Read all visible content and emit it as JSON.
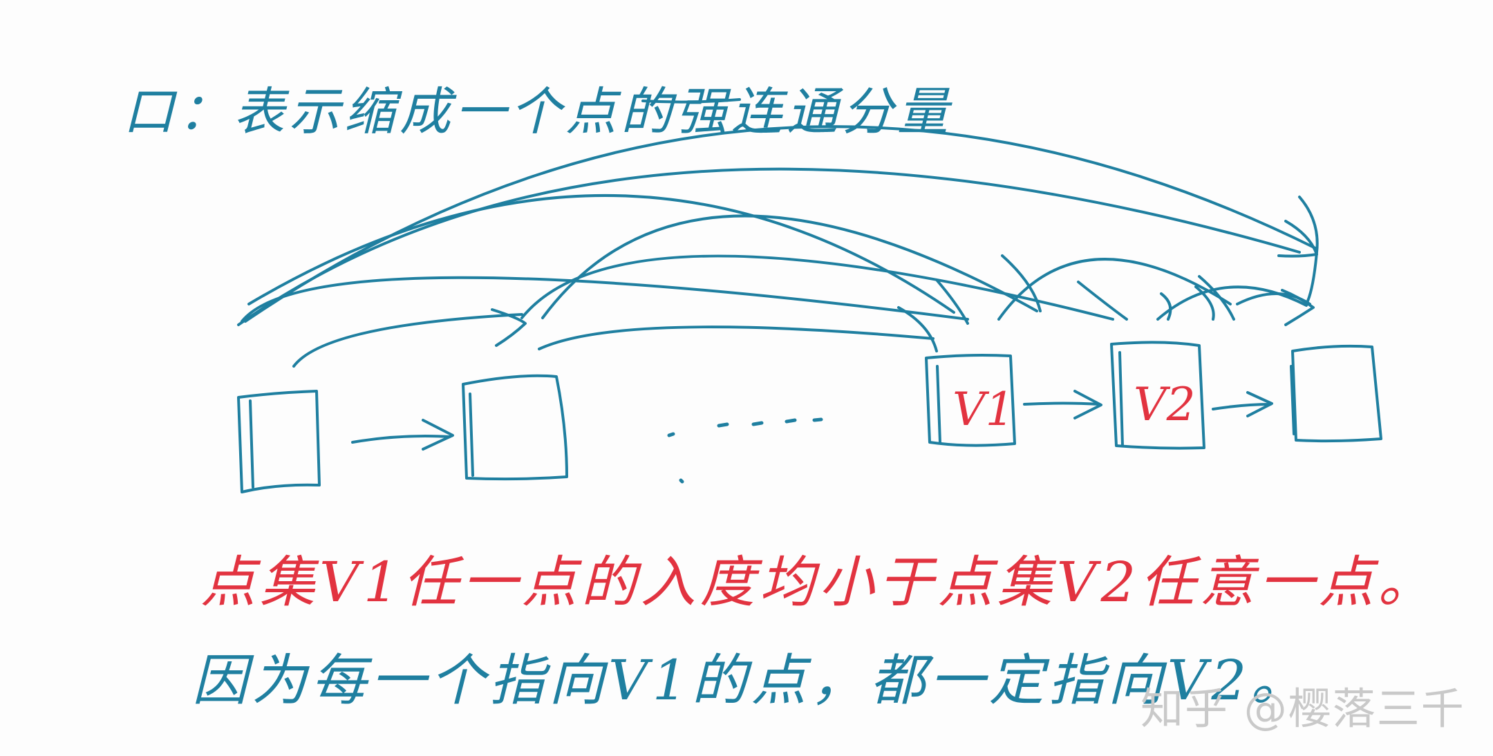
{
  "legend": "口：表示缩成一个点的强连通分量",
  "nodes": [
    {
      "id": "n1",
      "label": ""
    },
    {
      "id": "n2",
      "label": ""
    },
    {
      "id": "v1",
      "label": "V1"
    },
    {
      "id": "v2",
      "label": "V2"
    },
    {
      "id": "n5",
      "label": ""
    }
  ],
  "ellipsis": ". . . . .",
  "statement_red": "点集V1任一点的入度均小于点集V2任意一点。",
  "statement_blue": "因为每一个指向V1的点，都一定指向V2。",
  "watermark": "知乎 @樱落三千",
  "colors": {
    "ink_blue": "#1f7fa0",
    "ink_red": "#e23340",
    "watermark": "#c9c9c9"
  }
}
